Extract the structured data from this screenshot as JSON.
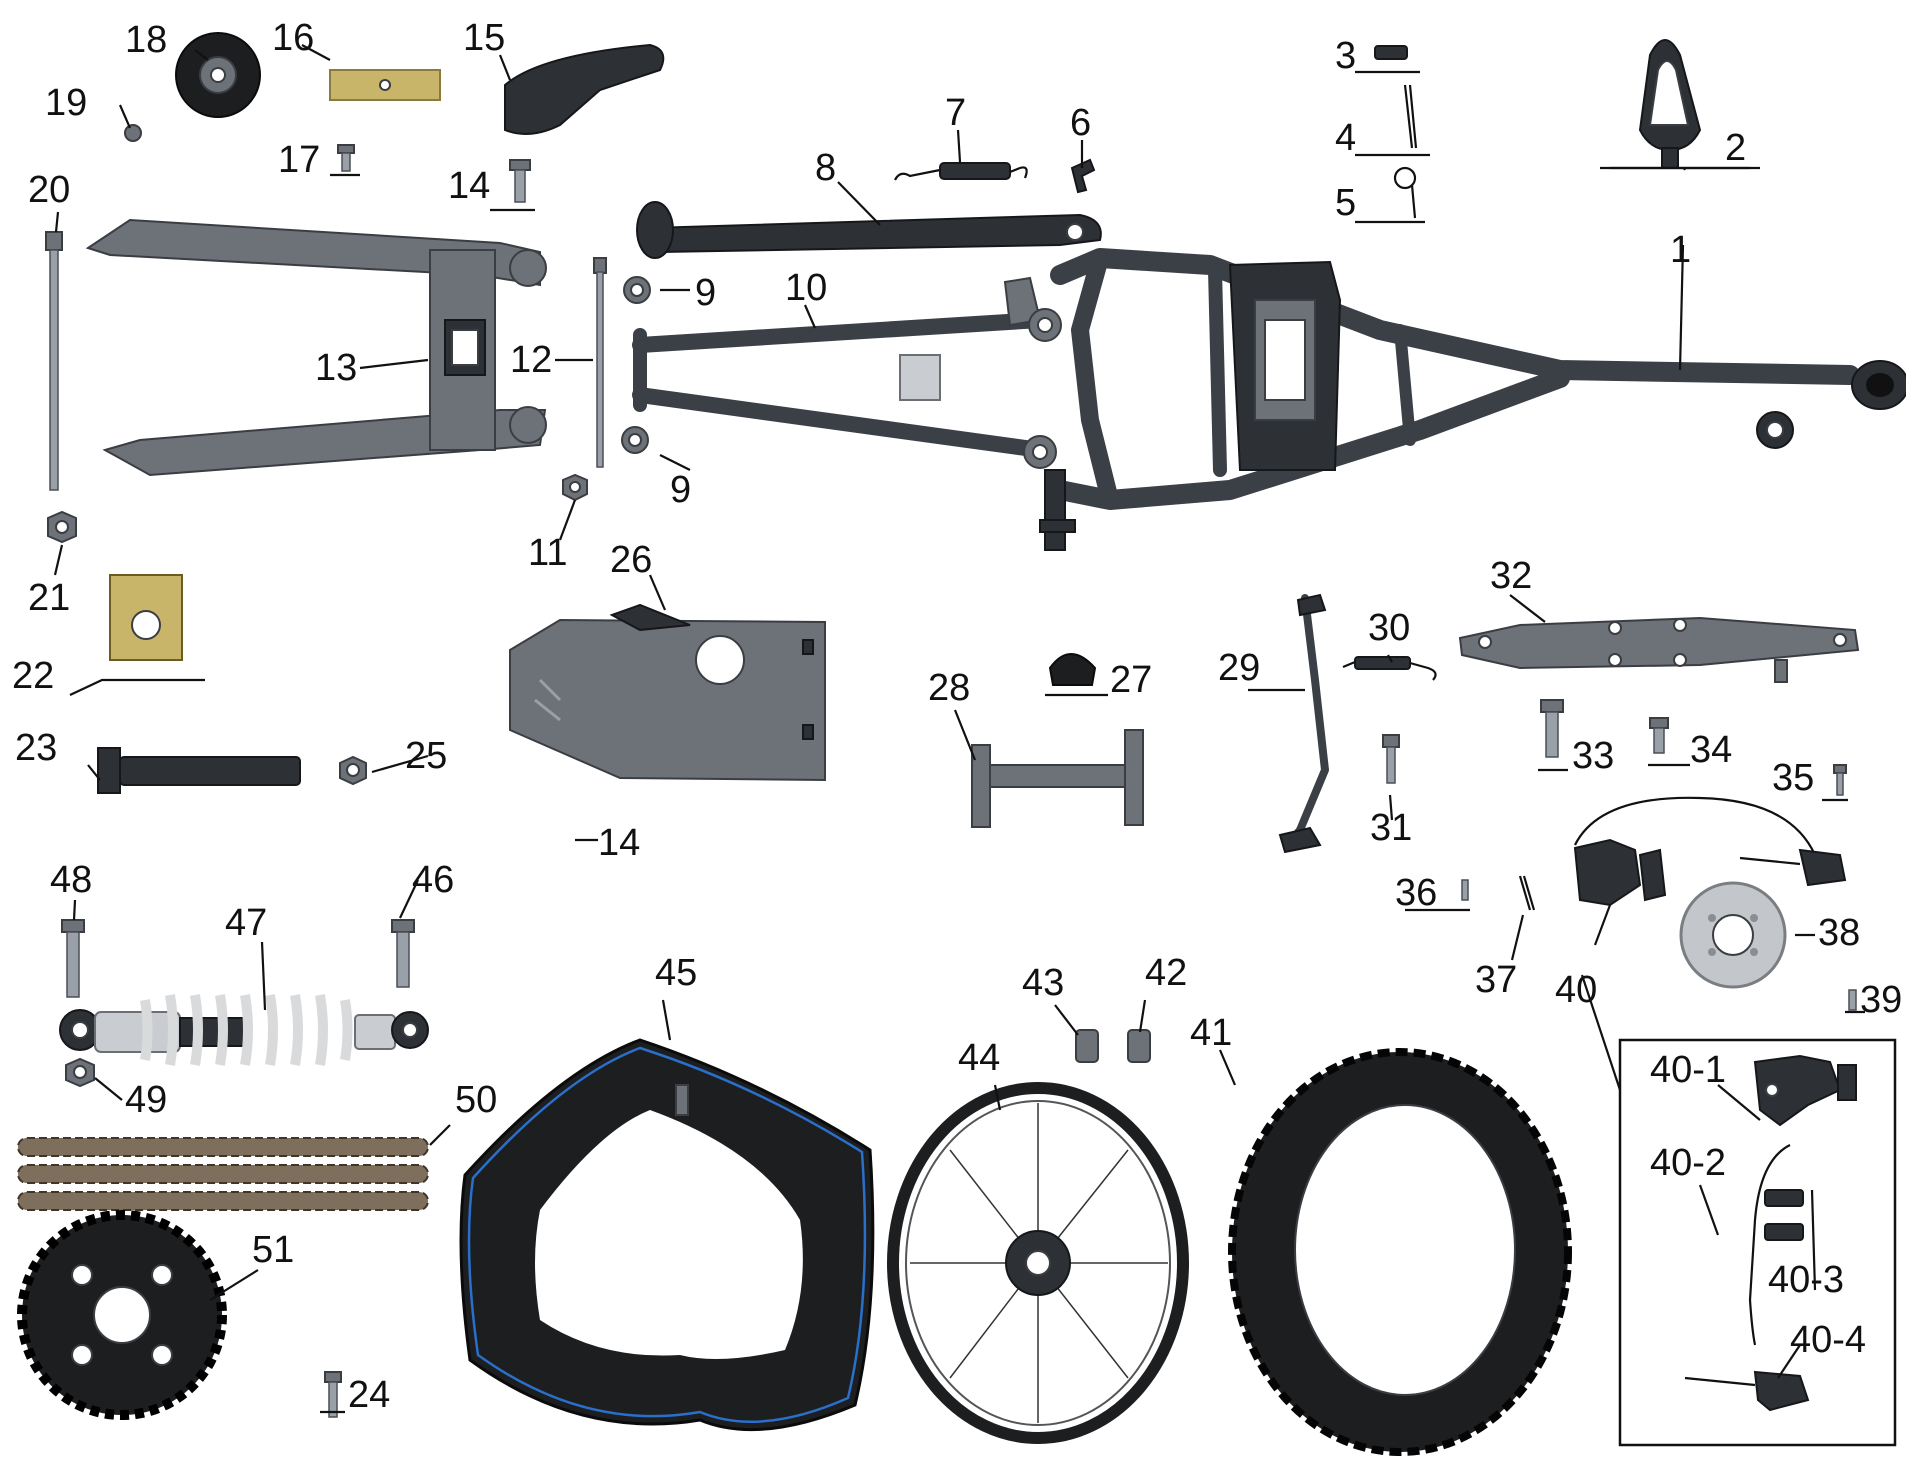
{
  "parts": [
    {
      "key": "p1",
      "label": "1"
    },
    {
      "key": "p2",
      "label": "2"
    },
    {
      "key": "p3",
      "label": "3"
    },
    {
      "key": "p4",
      "label": "4"
    },
    {
      "key": "p5",
      "label": "5"
    },
    {
      "key": "p6",
      "label": "6"
    },
    {
      "key": "p7",
      "label": "7"
    },
    {
      "key": "p8",
      "label": "8"
    },
    {
      "key": "p9a",
      "label": "9"
    },
    {
      "key": "p9b",
      "label": "9"
    },
    {
      "key": "p10",
      "label": "10"
    },
    {
      "key": "p11",
      "label": "11"
    },
    {
      "key": "p12",
      "label": "12"
    },
    {
      "key": "p13",
      "label": "13"
    },
    {
      "key": "p14a",
      "label": "14"
    },
    {
      "key": "p14b",
      "label": "14"
    },
    {
      "key": "p15",
      "label": "15"
    },
    {
      "key": "p16",
      "label": "16"
    },
    {
      "key": "p17",
      "label": "17"
    },
    {
      "key": "p18",
      "label": "18"
    },
    {
      "key": "p19",
      "label": "19"
    },
    {
      "key": "p20",
      "label": "20"
    },
    {
      "key": "p21",
      "label": "21"
    },
    {
      "key": "p22",
      "label": "22"
    },
    {
      "key": "p23",
      "label": "23"
    },
    {
      "key": "p24",
      "label": "24"
    },
    {
      "key": "p25",
      "label": "25"
    },
    {
      "key": "p26",
      "label": "26"
    },
    {
      "key": "p27",
      "label": "27"
    },
    {
      "key": "p28",
      "label": "28"
    },
    {
      "key": "p29",
      "label": "29"
    },
    {
      "key": "p30",
      "label": "30"
    },
    {
      "key": "p31",
      "label": "31"
    },
    {
      "key": "p32",
      "label": "32"
    },
    {
      "key": "p33",
      "label": "33"
    },
    {
      "key": "p34",
      "label": "34"
    },
    {
      "key": "p35",
      "label": "35"
    },
    {
      "key": "p36",
      "label": "36"
    },
    {
      "key": "p37",
      "label": "37"
    },
    {
      "key": "p38",
      "label": "38"
    },
    {
      "key": "p39",
      "label": "39"
    },
    {
      "key": "p40",
      "label": "40"
    },
    {
      "key": "p40_1",
      "label": "40-1"
    },
    {
      "key": "p40_2",
      "label": "40-2"
    },
    {
      "key": "p40_3",
      "label": "40-3"
    },
    {
      "key": "p40_4",
      "label": "40-4"
    },
    {
      "key": "p41",
      "label": "41"
    },
    {
      "key": "p42",
      "label": "42"
    },
    {
      "key": "p43",
      "label": "43"
    },
    {
      "key": "p44",
      "label": "44"
    },
    {
      "key": "p45",
      "label": "45"
    },
    {
      "key": "p46",
      "label": "46"
    },
    {
      "key": "p47",
      "label": "47"
    },
    {
      "key": "p48",
      "label": "48"
    },
    {
      "key": "p49",
      "label": "49"
    },
    {
      "key": "p50",
      "label": "50"
    },
    {
      "key": "p51",
      "label": "51"
    }
  ]
}
